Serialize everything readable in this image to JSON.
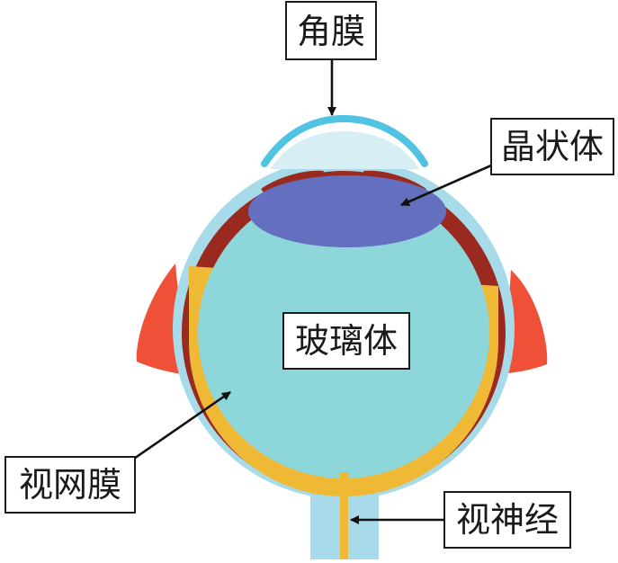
{
  "labels": {
    "cornea": "角膜",
    "lens": "晶状体",
    "vitreous": "玻璃体",
    "retina": "视网膜",
    "optic_nerve": "视神经"
  },
  "colors": {
    "sclera": "#a8dbe9",
    "cornea": "#4fc3e1",
    "anterior_chamber": "#d7eff4",
    "vitreous": "#8dd6da",
    "choroid": "#9a2a1f",
    "lens": "#6470bf",
    "retina": "#f0b935",
    "muscle": "#ef5038",
    "outline": "#1a1a1a"
  }
}
